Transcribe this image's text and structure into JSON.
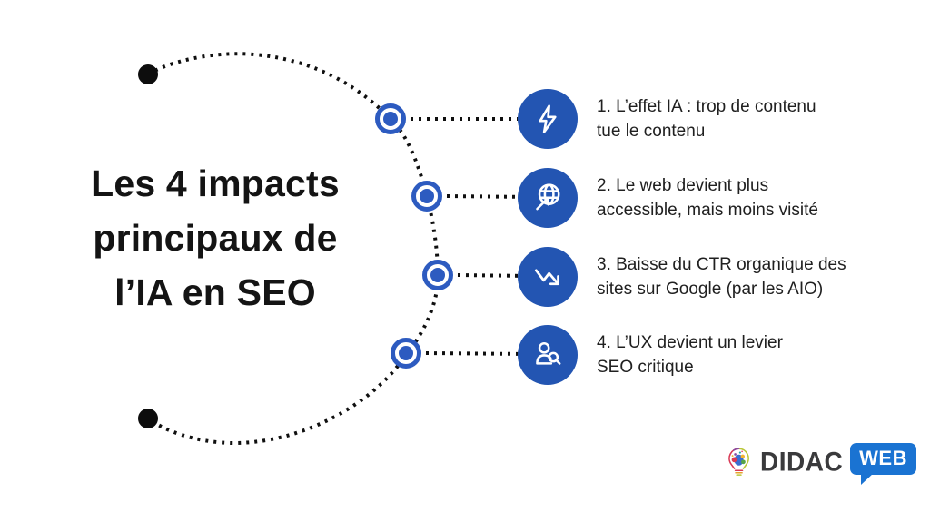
{
  "title": {
    "lines": [
      "Les 4 impacts",
      "principaux de",
      "l’IA en SEO"
    ]
  },
  "items": [
    {
      "icon": "lightning-icon",
      "line1": "1. L’effet IA : trop de contenu",
      "line2": "tue le contenu"
    },
    {
      "icon": "globe-cursor-icon",
      "line1": "2. Le web devient plus",
      "line2": "accessible, mais moins visité"
    },
    {
      "icon": "trend-down-icon",
      "line1": "3. Baisse du CTR organique des",
      "line2": "sites sur Google (par les AIO)"
    },
    {
      "icon": "user-search-icon",
      "line1": "4. L’UX devient un levier",
      "line2": "SEO critique"
    }
  ],
  "logo": {
    "brand": "DIDAC",
    "badge": "WEB"
  },
  "colors": {
    "icon_circle_blue": "#2355b2",
    "node_ring_blue": "#2d5bc0",
    "badge_blue": "#1a73d2",
    "arc_black": "#0f0f0f",
    "text_ink": "#202020",
    "title_ink": "#141414"
  }
}
